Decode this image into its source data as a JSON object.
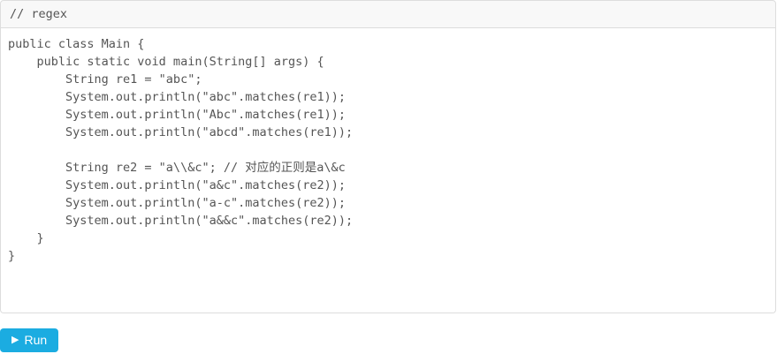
{
  "widget": {
    "header": {
      "comment": "// regex"
    },
    "editor": {
      "language": "java",
      "lines": [
        "public class Main {",
        "    public static void main(String[] args) {",
        "        String re1 = \"abc\";",
        "        System.out.println(\"abc\".matches(re1));",
        "        System.out.println(\"Abc\".matches(re1));",
        "        System.out.println(\"abcd\".matches(re1));",
        "",
        "        String re2 = \"a\\\\&c\"; // 对应的正则是a\\&c",
        "        System.out.println(\"a&c\".matches(re2));",
        "        System.out.println(\"a-c\".matches(re2));",
        "        System.out.println(\"a&&c\".matches(re2));",
        "    }",
        "}"
      ]
    }
  },
  "run_button": {
    "label": "Run",
    "icon": "play-icon",
    "icon_glyph": "▶",
    "color": "#1bace1"
  },
  "colors": {
    "header_background": "#f8f8f8",
    "border": "#dddddd",
    "code_text": "#555555",
    "button_background": "#1bace1",
    "button_text": "#ffffff"
  }
}
